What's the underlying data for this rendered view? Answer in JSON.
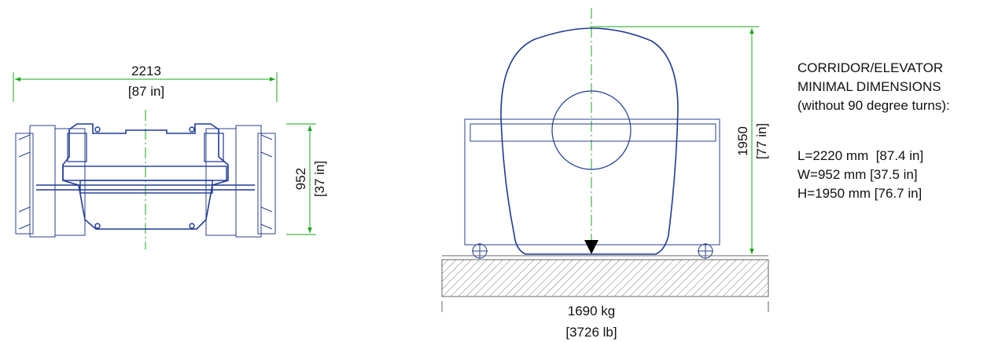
{
  "colors": {
    "outline": "#1f3a93",
    "dimension": "#1aa51a",
    "ground": "#666666",
    "text": "#111111"
  },
  "top_view": {
    "width_dim": {
      "value": "2213",
      "imperial": "[87 in]"
    },
    "depth_dim": {
      "value": "952",
      "imperial": "[37 in]"
    }
  },
  "front_view": {
    "height_dim": {
      "value": "1950",
      "imperial": "[77 in]"
    },
    "weight": {
      "value": "1690 kg",
      "imperial": "[3726 lb]"
    }
  },
  "notes": {
    "heading_lines": [
      "CORRIDOR/ELEVATOR",
      "MINIMAL DIMENSIONS",
      "(without 90 degree turns):"
    ],
    "dimension_lines": [
      "L=2220 mm  [87.4 in]",
      "W=952 mm [37.5 in]",
      "H=1950 mm [76.7 in]"
    ]
  }
}
